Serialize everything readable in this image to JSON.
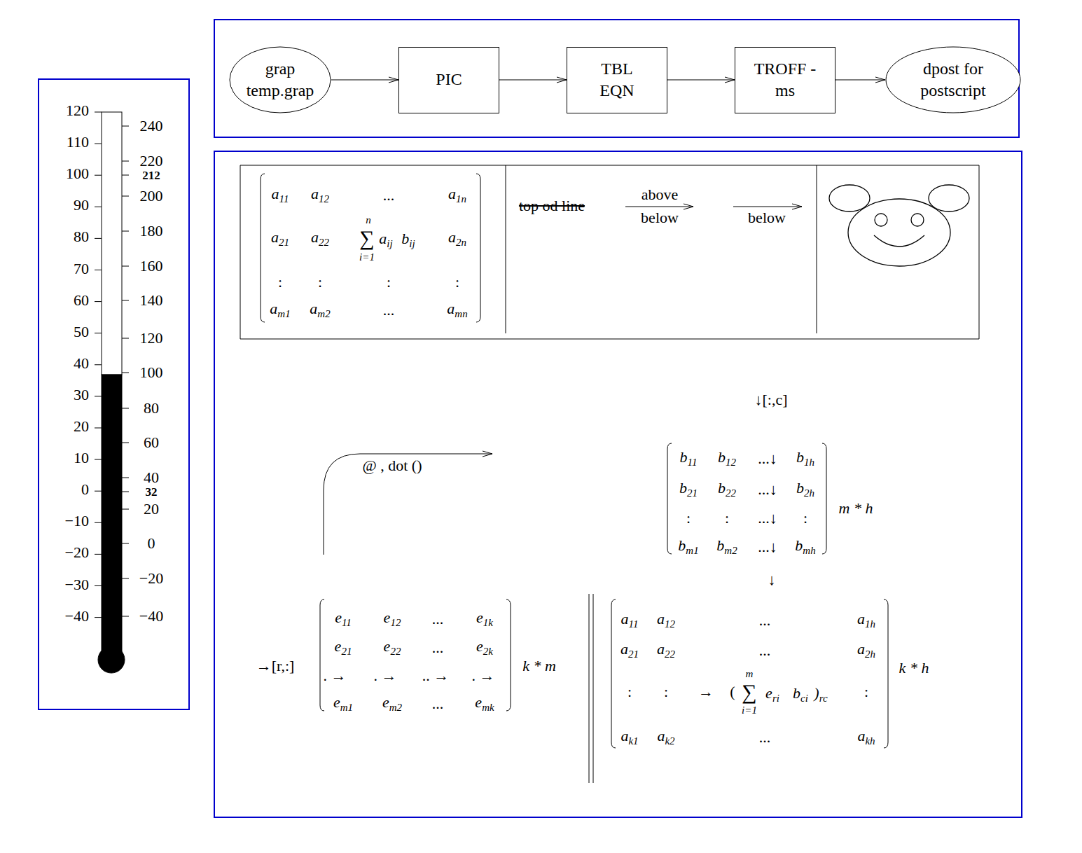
{
  "diagram": {
    "nodes": [
      {
        "text": [
          "grap temp.grap"
        ]
      },
      {
        "text": [
          "PIC"
        ]
      },
      {
        "text": [
          "TBL EQN"
        ]
      },
      {
        "text": [
          "TROFF -ms"
        ]
      },
      {
        "text": [
          "dpost for postscript"
        ]
      }
    ],
    "edges": [
      {
        "from": 0,
        "to": 1,
        "arrow": "to"
      },
      {
        "from": 1,
        "to": 2,
        "arrow": "to"
      },
      {
        "from": 2,
        "to": 3,
        "arrow": "to"
      },
      {
        "from": 3,
        "to": 4,
        "arrow": "to"
      }
    ],
    "labels": [
      "120",
      "110",
      "100",
      "90",
      "80",
      "70",
      "60",
      "50",
      "40",
      "30",
      "20",
      "10",
      "0",
      "−10",
      "−20",
      "−30",
      "−40",
      "240",
      "220",
      "212",
      "200",
      "180",
      "160",
      "140",
      "120",
      "100",
      "80",
      "60",
      "40",
      "32",
      "20",
      "0",
      "−20",
      "−40",
      "a11",
      "a12",
      "...",
      "a1n",
      "a21",
      "a22",
      "n",
      "∑",
      "i=1",
      "aij",
      "bij",
      "a2n",
      ":",
      ":",
      ":",
      ":",
      "am1",
      "am2",
      "...",
      "amn",
      "top od line",
      "above",
      "below",
      "below",
      "↓[:,c]",
      "@ , dot ()",
      "b11",
      "b12",
      "...↓",
      "b1h",
      "b21",
      "b22",
      "...↓",
      "b2h",
      ":",
      ":",
      "...↓",
      ":",
      "bm1",
      "bm2",
      "...↓",
      "bmh",
      "m * h",
      "↓",
      "→[r,:]",
      "e11",
      "e12",
      "...",
      "e1k",
      "e21",
      "e22",
      "...",
      "e2k",
      ". →",
      ". →",
      ".. →",
      ". →",
      "em1",
      "em2",
      "...",
      "emk",
      "k * m",
      "a11",
      "a12",
      "...",
      "a1h",
      "a21",
      "a22",
      "...",
      "a2h",
      ":",
      ":",
      "→",
      "(",
      "m",
      "∑",
      "i=1",
      "eri",
      "bci",
      ")rc",
      ":",
      "ak1",
      "ak2",
      "...",
      "akh",
      "k * h"
    ]
  }
}
